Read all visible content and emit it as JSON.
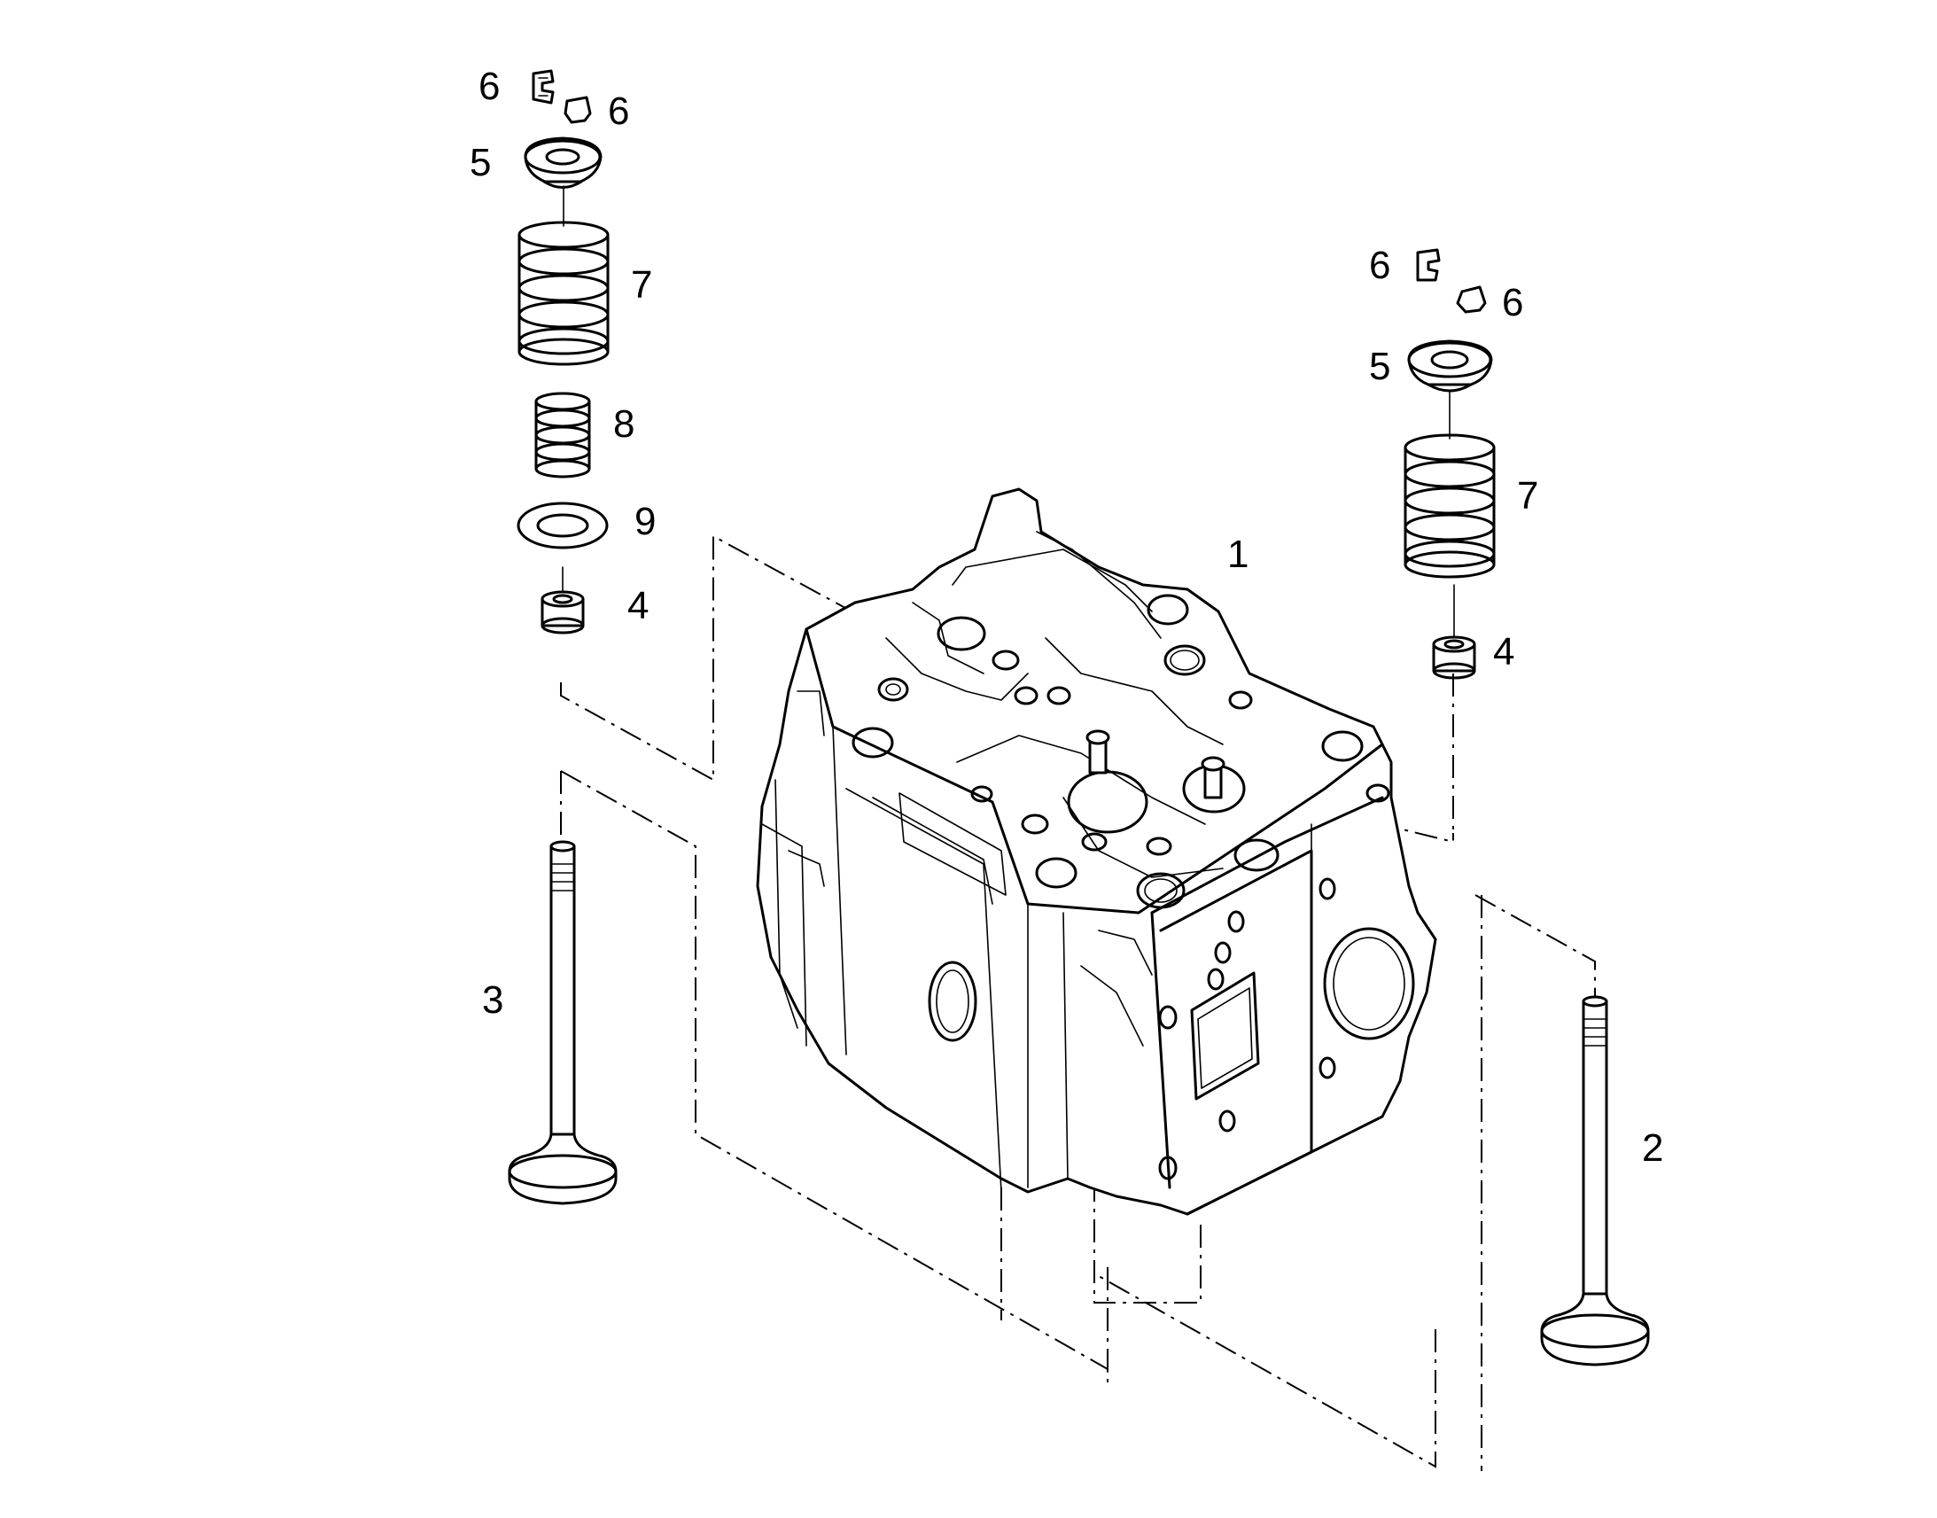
{
  "callouts": {
    "c1": "1",
    "c2": "2",
    "c3": "3",
    "c4_left": "4",
    "c4_right": "4",
    "c5_left": "5",
    "c5_right": "5",
    "c6_left_a": "6",
    "c6_left_b": "6",
    "c6_right_a": "6",
    "c6_right_b": "6",
    "c7_left": "7",
    "c7_right": "7",
    "c8": "8",
    "c9": "9"
  }
}
